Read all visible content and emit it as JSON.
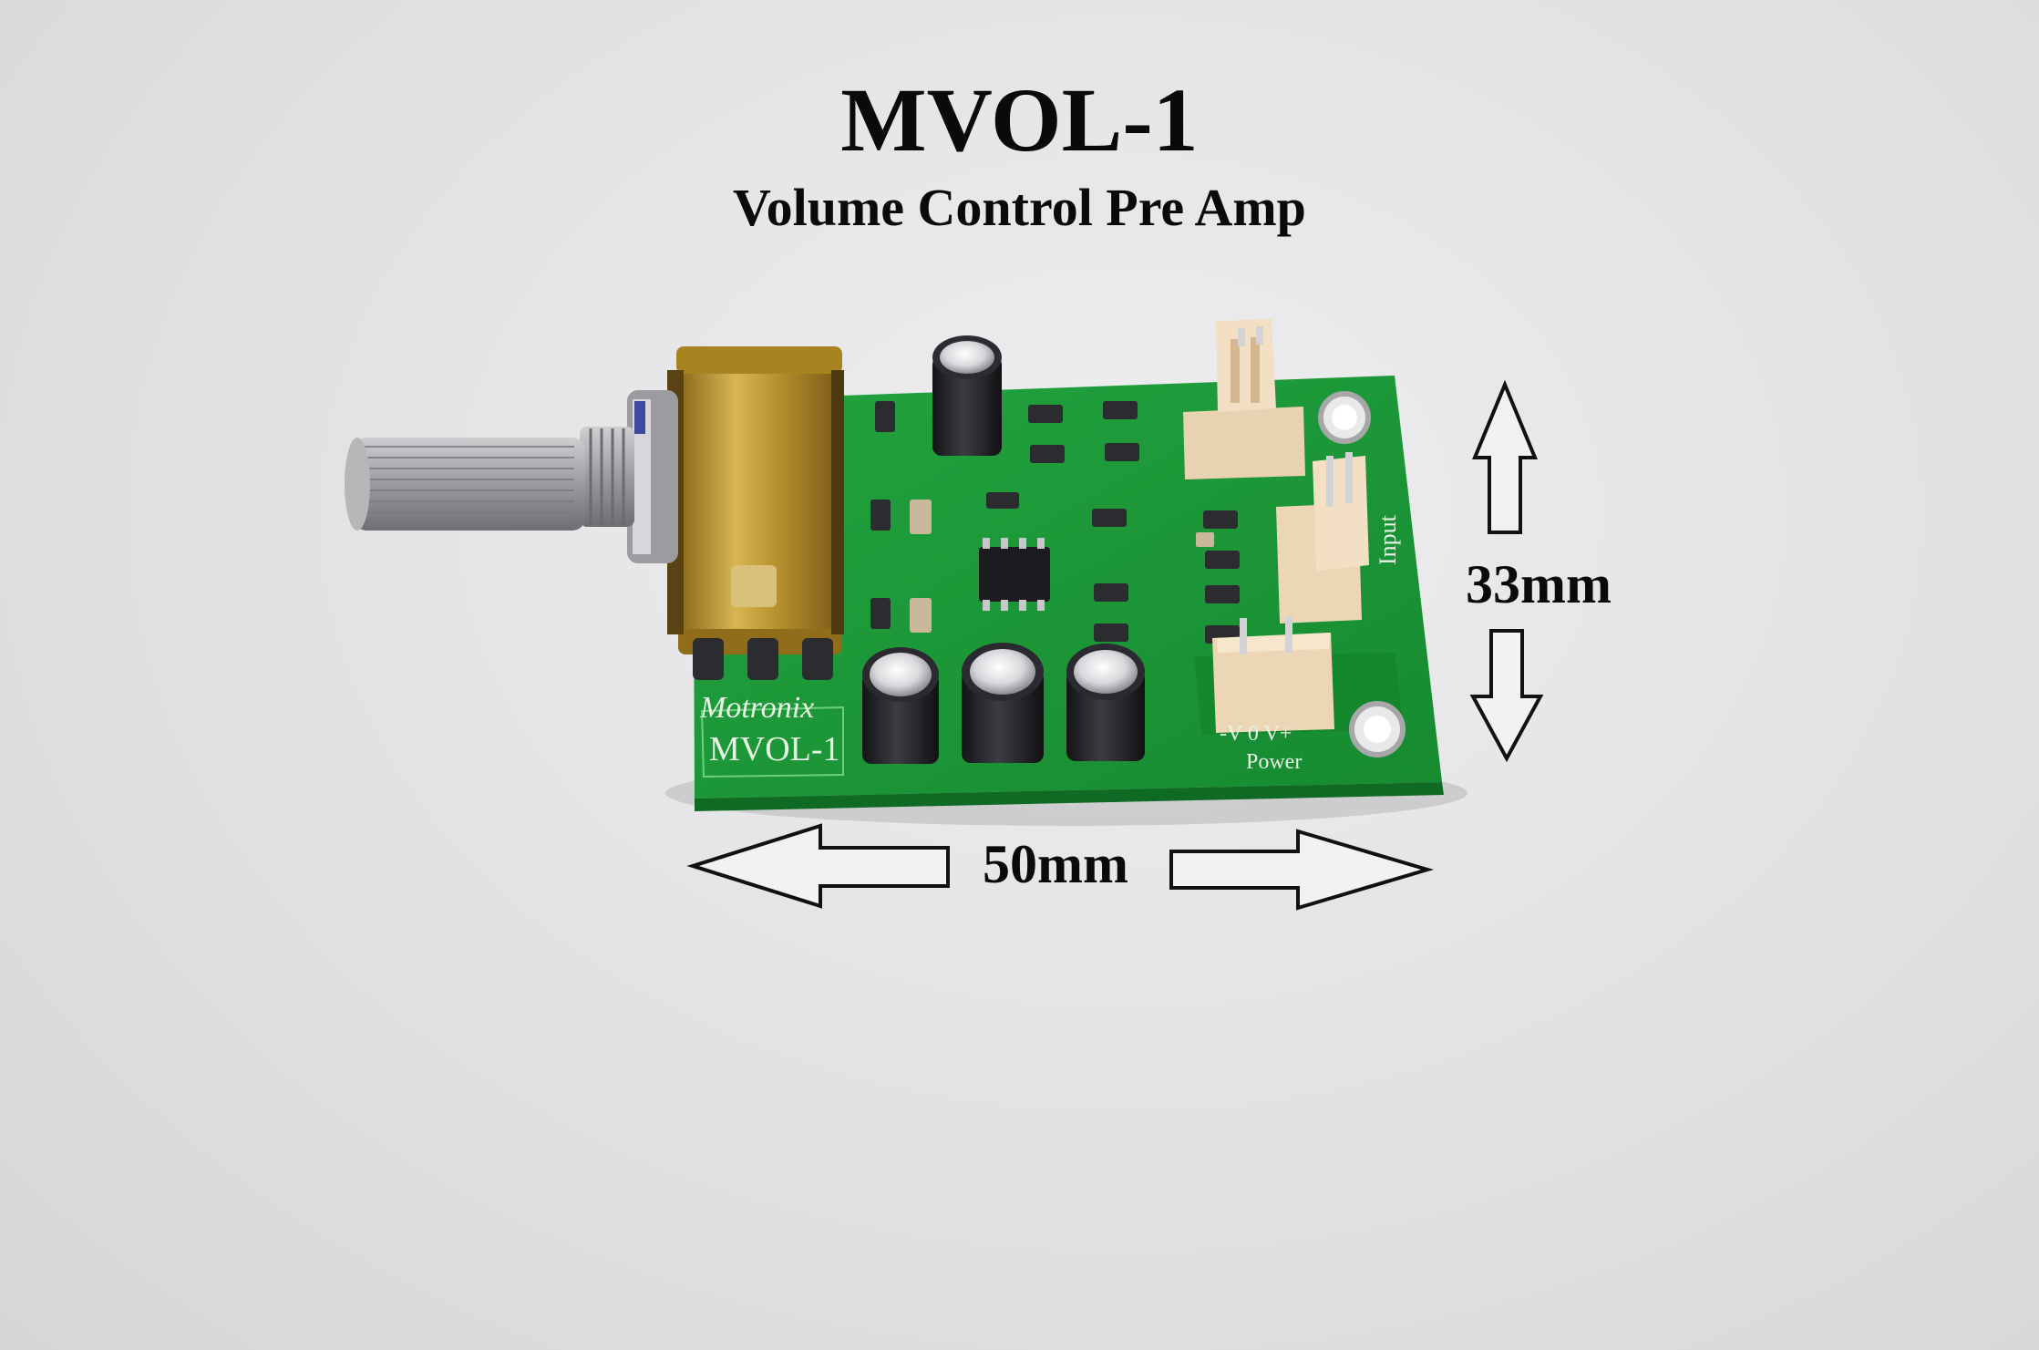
{
  "image": {
    "title": "MVOL-1",
    "subtitle": "Volume Control Pre Amp",
    "height_dimension": "33mm",
    "width_dimension": "50mm",
    "board_text": {
      "brand": "Motronix",
      "model": "MVOL-1",
      "power_pins": "-V 0 V+",
      "power": "Power",
      "input": "Input"
    },
    "colors": {
      "background": "#e4e4e6",
      "pcb": "#1f9a3a",
      "pot_brass": "#c9a43a",
      "shaft": "#a8a8aa",
      "capacitor": "#2a2a2e",
      "connector": "#f1dcc0"
    }
  }
}
